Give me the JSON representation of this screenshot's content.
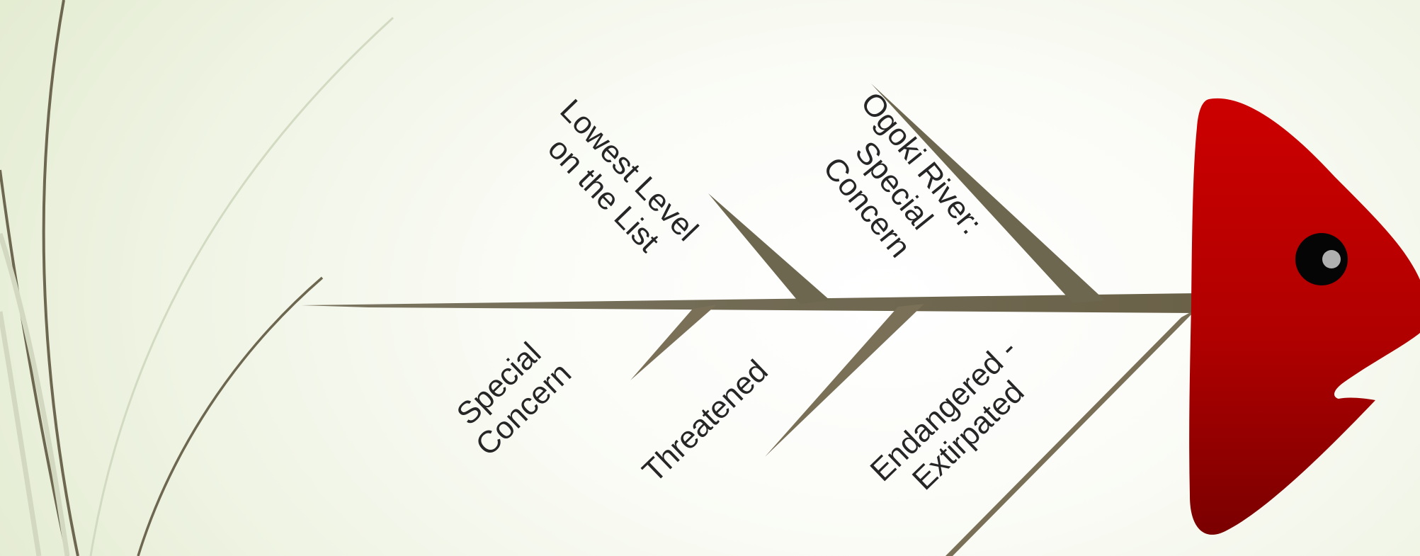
{
  "diagram": {
    "upper_branches": [
      {
        "lines": [
          "Lowest Level",
          "on the List"
        ]
      },
      {
        "lines": [
          "Ogoki River:",
          "Special",
          "Concern"
        ]
      }
    ],
    "lower_branches": [
      {
        "lines": [
          "Special",
          "Concern"
        ]
      },
      {
        "lines": [
          "Threatened"
        ]
      },
      {
        "lines": [
          "Endangered -",
          "Extirpated"
        ]
      }
    ],
    "colors": {
      "head_top": "#c90000",
      "head_bottom": "#800000",
      "spine": "#6e6750",
      "eye": "#050505",
      "eye_highlight": "#b0b0b0"
    }
  }
}
